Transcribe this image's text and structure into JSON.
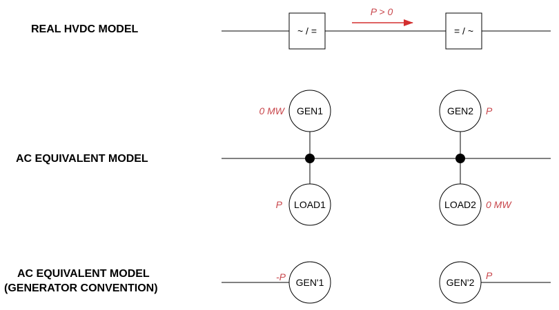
{
  "labels": {
    "real_hvdc": "REAL HVDC MODEL",
    "ac_equivalent": "AC EQUIVALENT MODEL",
    "ac_equivalent_gen_line1": "AC EQUIVALENT MODEL",
    "ac_equivalent_gen_line2": "(GENERATOR CONVENTION)"
  },
  "hvdc": {
    "converter1": "~ / =",
    "converter2": "= / ~",
    "power_flow": "P > 0"
  },
  "ac_model": {
    "gen1": "GEN1",
    "gen1_value": "0 MW",
    "load1": "LOAD1",
    "load1_value": "P",
    "gen2": "GEN2",
    "gen2_value": "P",
    "load2": "LOAD2",
    "load2_value": "0 MW"
  },
  "gen_convention": {
    "gen1": "GEN'1",
    "gen1_value": "-P",
    "gen2": "GEN'2",
    "gen2_value": "P"
  },
  "colors": {
    "annotation": "#c8464b",
    "arrow": "#d32f2f"
  }
}
